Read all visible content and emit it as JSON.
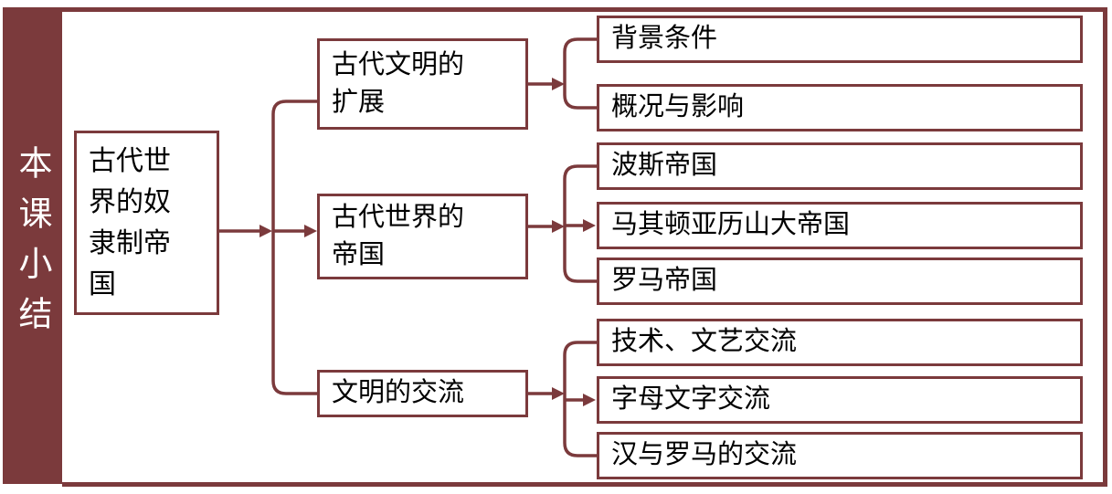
{
  "colors": {
    "accent": "#7B3A3C",
    "text": "#000000",
    "sidebar_text": "#FFFFFF",
    "background": "#FFFFFF"
  },
  "sidebar": {
    "title": "本课小结"
  },
  "diagram": {
    "root": {
      "label": "古代世\n界的奴\n隶制帝\n国",
      "text": "古代世界的奴隶制帝国"
    },
    "branches": [
      {
        "label": "古代文明的\n扩展",
        "text": "古代文明的扩展",
        "children": [
          "背景条件",
          "概况与影响"
        ]
      },
      {
        "label": "古代世界的\n帝国",
        "text": "古代世界的帝国",
        "children": [
          "波斯帝国",
          "马其顿亚历山大帝国",
          "罗马帝国"
        ]
      },
      {
        "label": "文明的交流",
        "text": "文明的交流",
        "children": [
          "技术、文艺交流",
          "字母文字交流",
          "汉与罗马的交流"
        ]
      }
    ]
  }
}
